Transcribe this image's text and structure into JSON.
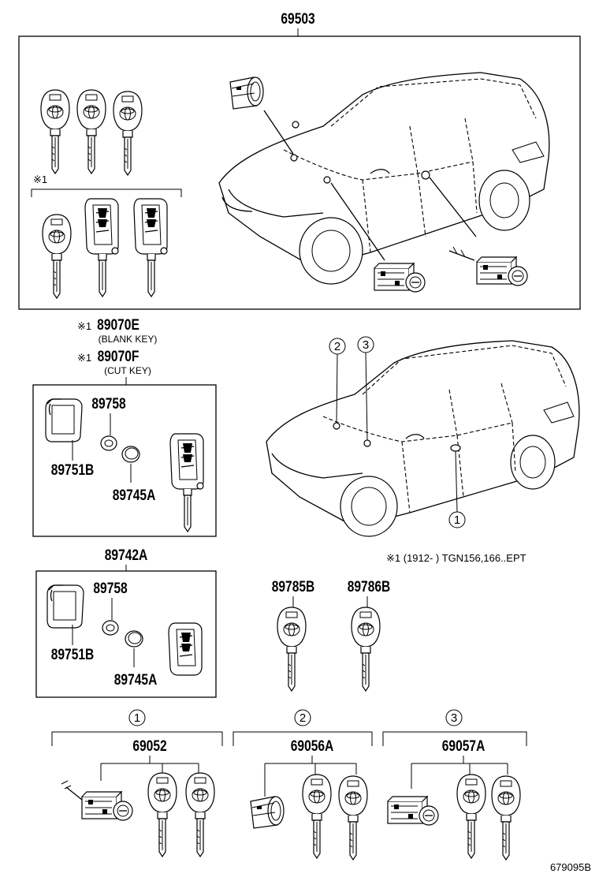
{
  "labels": {
    "top_assembly": "69503",
    "note_marker_top": "※1",
    "part_89070e_prefix": "※1",
    "part_89070e": "89070E",
    "blank_key": "(BLANK KEY)",
    "part_89070f_prefix": "※1",
    "part_89070f": "89070F",
    "cut_key": "(CUT KEY)",
    "box1_89758": "89758",
    "box1_89751b": "89751B",
    "box1_89745a": "89745A",
    "part_89742a": "89742A",
    "box2_89758": "89758",
    "box2_89751b": "89751B",
    "box2_89745a": "89745A",
    "part_89785b": "89785B",
    "part_89786b": "89786B",
    "footnote": "※1 (1912-       ) TGN156,166..EPT",
    "circle_1": "1",
    "circle_2": "2",
    "circle_3": "3",
    "callout_1": "1",
    "callout_2": "2",
    "callout_3": "3",
    "group1_part": "69052",
    "group2_part": "69056A",
    "group3_part": "69057A",
    "diagram_code": "679095B"
  },
  "icons": {
    "key": "toyota-key-icon",
    "flip_key": "flip-remote-key-icon",
    "lock_cylinder": "lock-cylinder-icon",
    "battery": "coin-battery-icon",
    "vehicle": "suv-vehicle-icon"
  }
}
